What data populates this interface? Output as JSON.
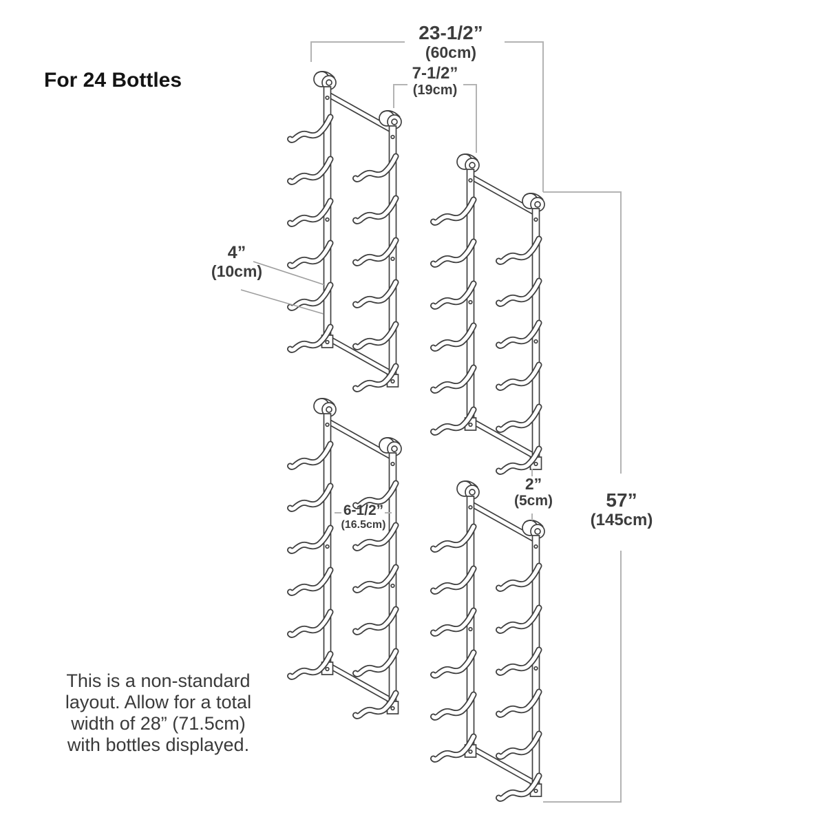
{
  "colors": {
    "background": "#ffffff",
    "rack_line": "#3f3f3f",
    "dim_line": "#b3b3b3",
    "leader_line": "#9e9e9e",
    "text": "#3d3d3d",
    "title_text": "#141414"
  },
  "title": "For 24 Bottles",
  "dimensions": {
    "overall_width": {
      "inches": "23-1/2”",
      "metric": "(60cm)"
    },
    "column_offset": {
      "inches": "7-1/2”",
      "metric": "(19cm)"
    },
    "slot_spacing": {
      "inches": "4”",
      "metric": "(10cm)"
    },
    "rail_gap": {
      "inches": "6-1/2”",
      "metric": "(16.5cm)"
    },
    "stack_gap": {
      "inches": "2”",
      "metric": "(5cm)"
    },
    "overall_height": {
      "inches": "57”",
      "metric": "(145cm)"
    }
  },
  "note": {
    "lines": [
      "This is a non-standard",
      "layout. Allow for a total",
      "width of 28” (71.5cm)",
      "with bottles displayed."
    ]
  },
  "diagram": {
    "rack_units": 4,
    "holders_per_rail": 6
  }
}
